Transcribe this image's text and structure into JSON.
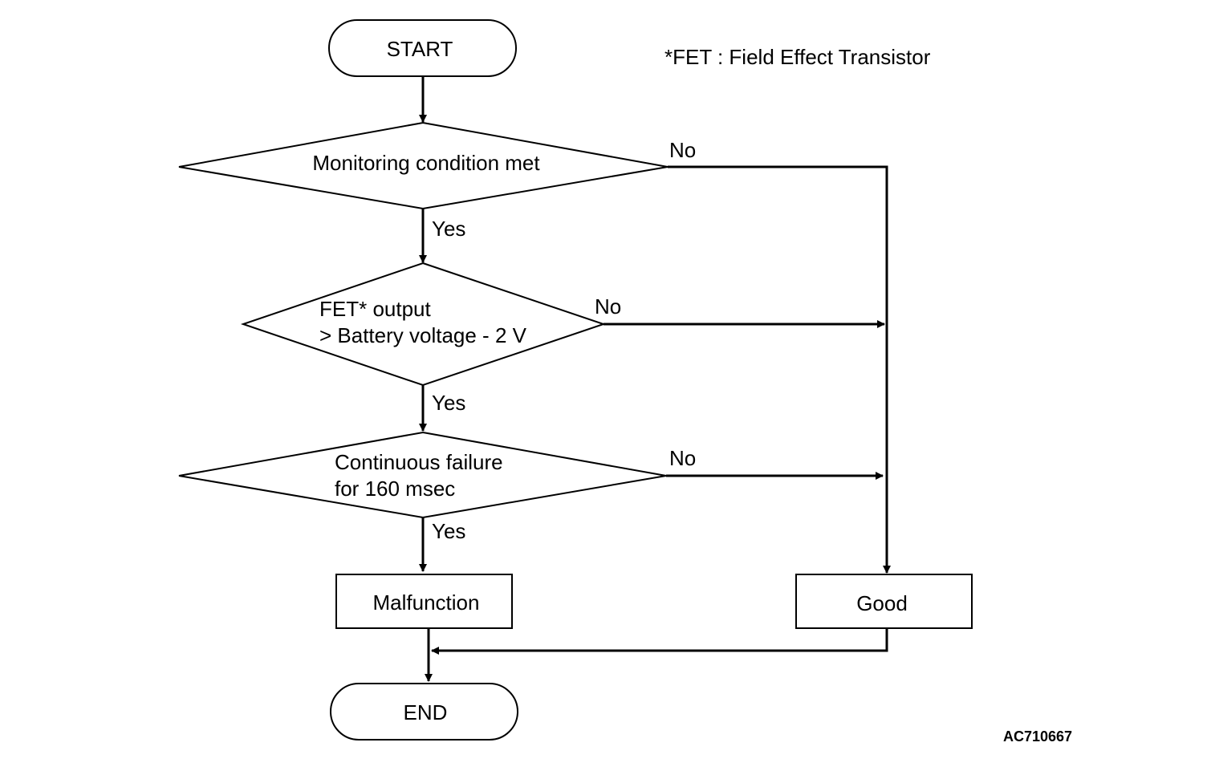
{
  "diagram": {
    "nodes": {
      "start": {
        "label": "START"
      },
      "decision_monitoring": {
        "label": "Monitoring condition met"
      },
      "decision_fet": {
        "line1": "FET* output",
        "line2": "> Battery voltage - 2 V"
      },
      "decision_continuous": {
        "line1": "Continuous failure",
        "line2": "for 160 msec"
      },
      "malfunction": {
        "label": "Malfunction"
      },
      "good": {
        "label": "Good"
      },
      "end": {
        "label": "END"
      }
    },
    "edges": {
      "yes_1": "Yes",
      "yes_2": "Yes",
      "yes_3": "Yes",
      "no_1": "No",
      "no_2": "No",
      "no_3": "No"
    },
    "footnote": "*FET : Field Effect Transistor",
    "figure_code": "AC710667"
  }
}
